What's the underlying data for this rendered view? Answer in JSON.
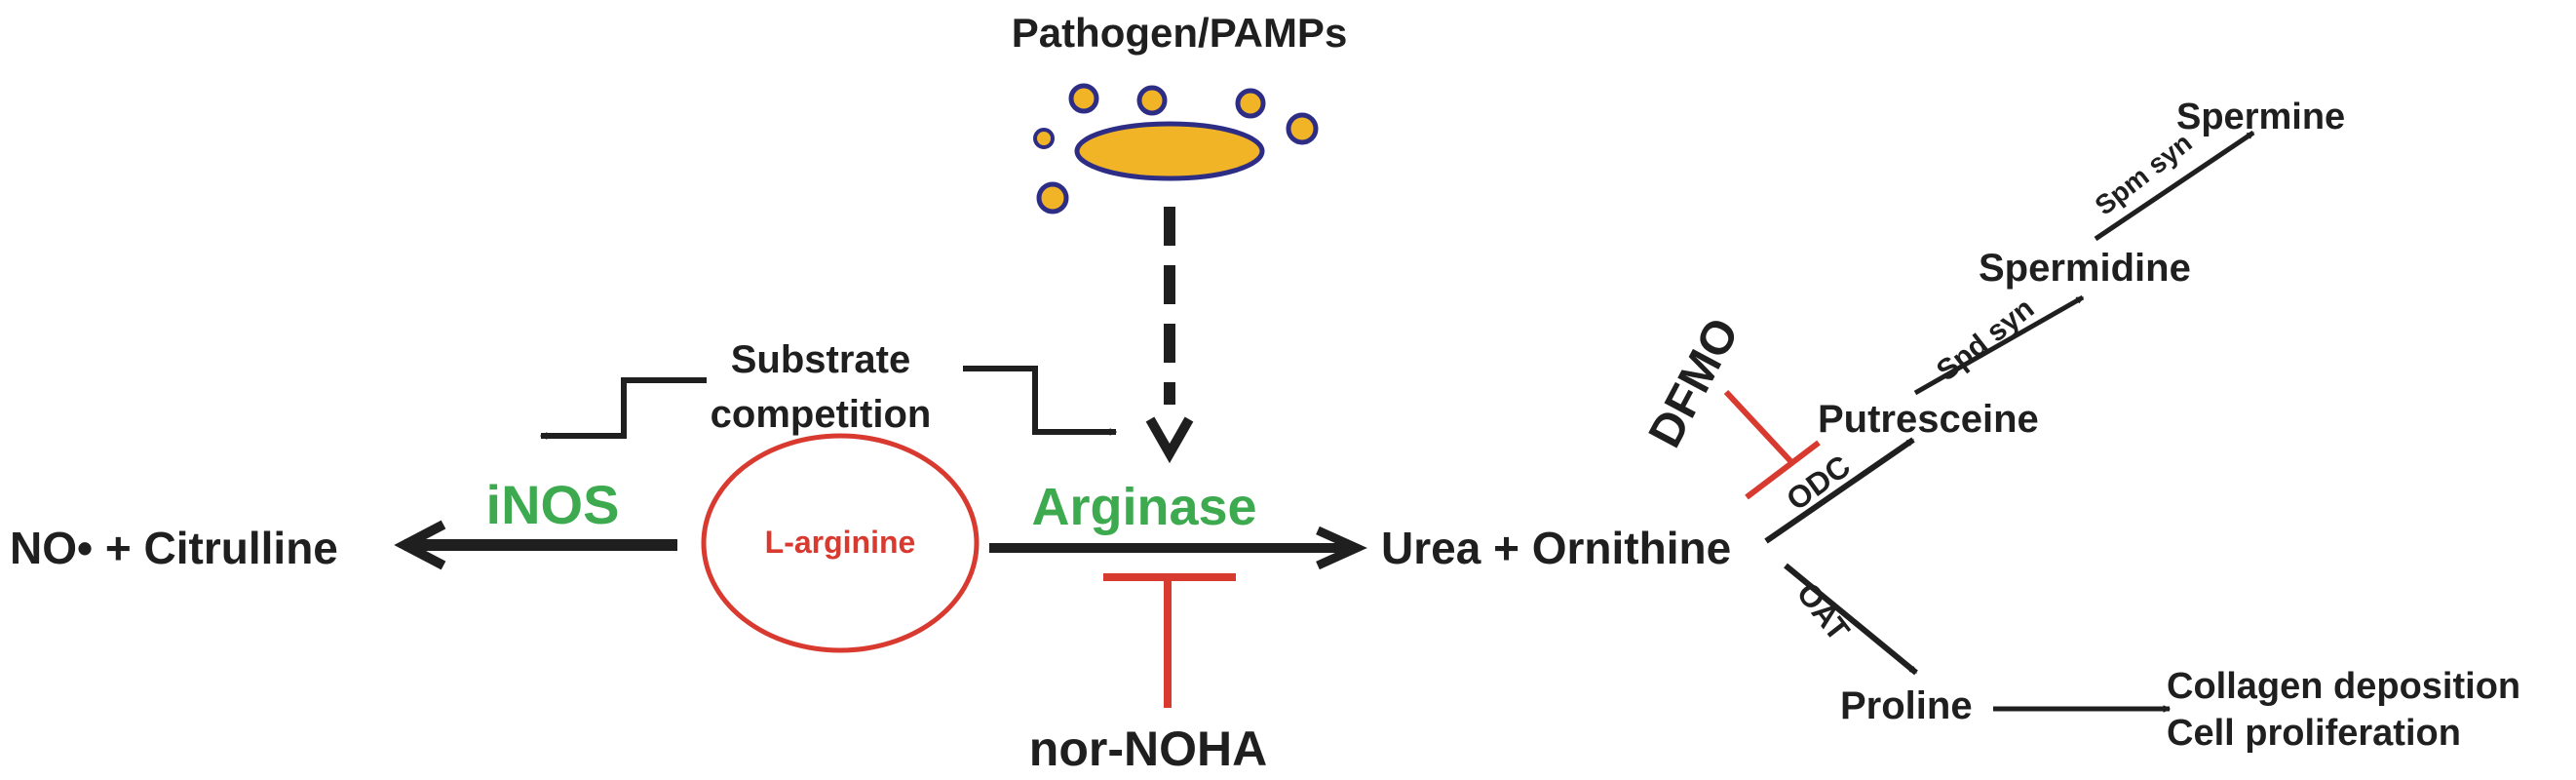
{
  "colors": {
    "ink": "#1f1f1f",
    "green": "#3daa4f",
    "red": "#d93a30",
    "pathogen_fill": "#f0b426",
    "pathogen_stroke": "#2d2d86"
  },
  "labels": {
    "pathogen": "Pathogen/PAMPs",
    "substrate_line1": "Substrate",
    "substrate_line2": "competition",
    "inos": "iNOS",
    "arginase": "Arginase",
    "l_arginine": "L-arginine",
    "no_citrulline": "NO• + Citrulline",
    "urea_ornithine": "Urea + Ornithine",
    "nor_noha": "nor-NOHA",
    "dfmo": "DFMO",
    "odc": "ODC",
    "oat": "OAT",
    "putresceine": "Putresceine",
    "spd_syn": "Spd syn",
    "spermidine": "Spermidine",
    "spm_syn": "Spm syn",
    "spermine": "Spermine",
    "proline": "Proline",
    "collagen": "Collagen deposition",
    "cell_prolif": "Cell proliferation"
  },
  "icons": {
    "pathogen": "pathogen-cluster-icon",
    "inhibitor": "inhibition-tbar-icon"
  }
}
